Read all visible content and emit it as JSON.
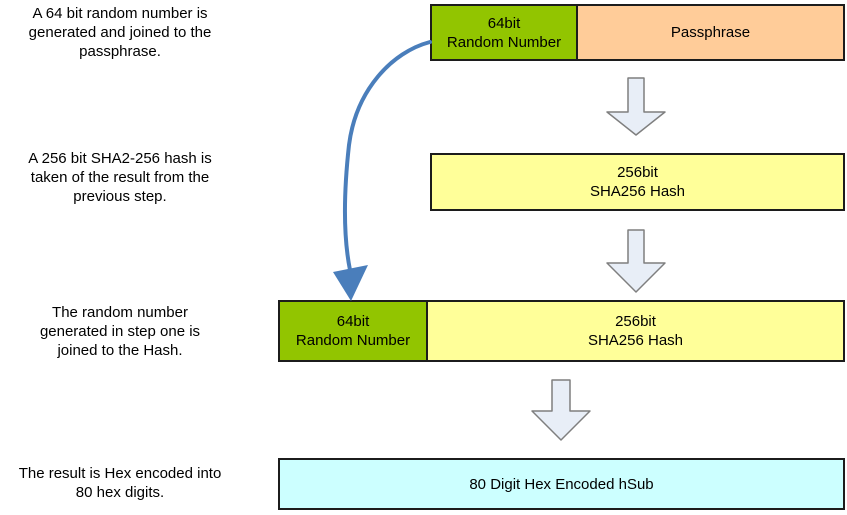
{
  "captions": {
    "step1": "A 64 bit random number is\ngenerated and joined to the\npassphrase.",
    "step2": "A 256 bit SHA2-256 hash is\ntaken of the result from the\nprevious step.",
    "step3": "The random number\ngenerated in step one is\njoined to the Hash.",
    "step4": "The result is Hex encoded into\n80 hex digits."
  },
  "boxes": {
    "random_number": "64bit\nRandom Number",
    "passphrase": "Passphrase",
    "sha_hash": "256bit\nSHA256 Hash",
    "hsub": "80 Digit Hex Encoded hSub"
  },
  "colors": {
    "random_number_fill": "#92C500",
    "passphrase_fill": "#FFCC99",
    "hash_fill": "#FFFF99",
    "hsub_fill": "#CCFFFF",
    "flow_arrow_fill": "#E8EEF7",
    "flow_arrow_border": "#7F7F7F",
    "join_arrow_stroke": "#4A7EBB"
  },
  "icons": {
    "down_arrow": "block-down-arrow",
    "join_arrow": "curved-join-arrow"
  }
}
